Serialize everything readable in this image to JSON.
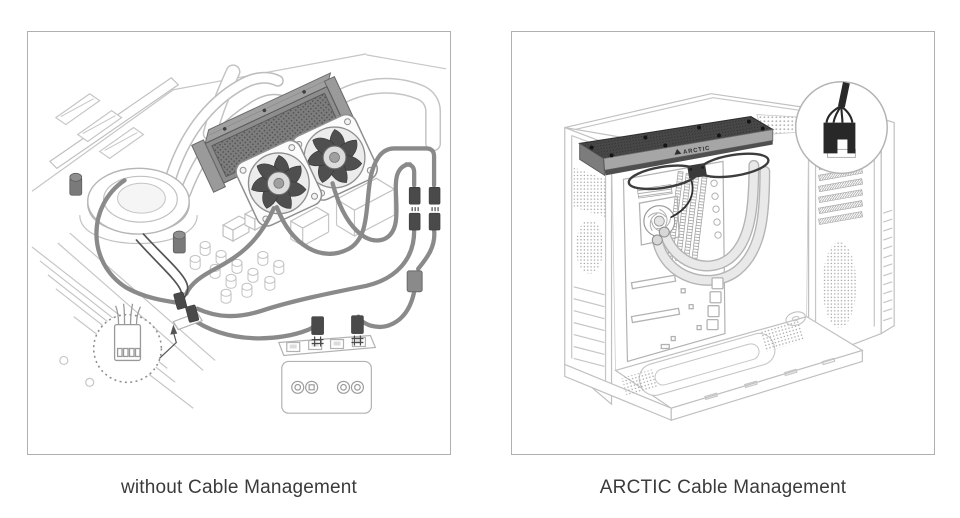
{
  "page": {
    "background": "#ffffff"
  },
  "palette": {
    "panel_border": "#b0b0b0",
    "outline_light": "#c0c0c0",
    "cable_gray": "#8a8a8a",
    "connector_dark": "#4a4a4a",
    "radiator_gray": "#8d8d8d",
    "radiator_dark_top": "#454545",
    "tube_light": "#e9e9e9",
    "plug_black": "#282828",
    "caption_text": "#3b3b3b"
  },
  "figures": [
    {
      "id": "without-cable-management",
      "caption": "without Cable Management",
      "alt": "AIO cooler on motherboard with many separate cables and external controller box"
    },
    {
      "id": "arctic-cable-management",
      "caption": "ARCTIC Cable Management",
      "alt": "ARCTIC AIO mounted in PC tower with a single integrated cable",
      "radiator_logo": "ARCTIC"
    }
  ]
}
